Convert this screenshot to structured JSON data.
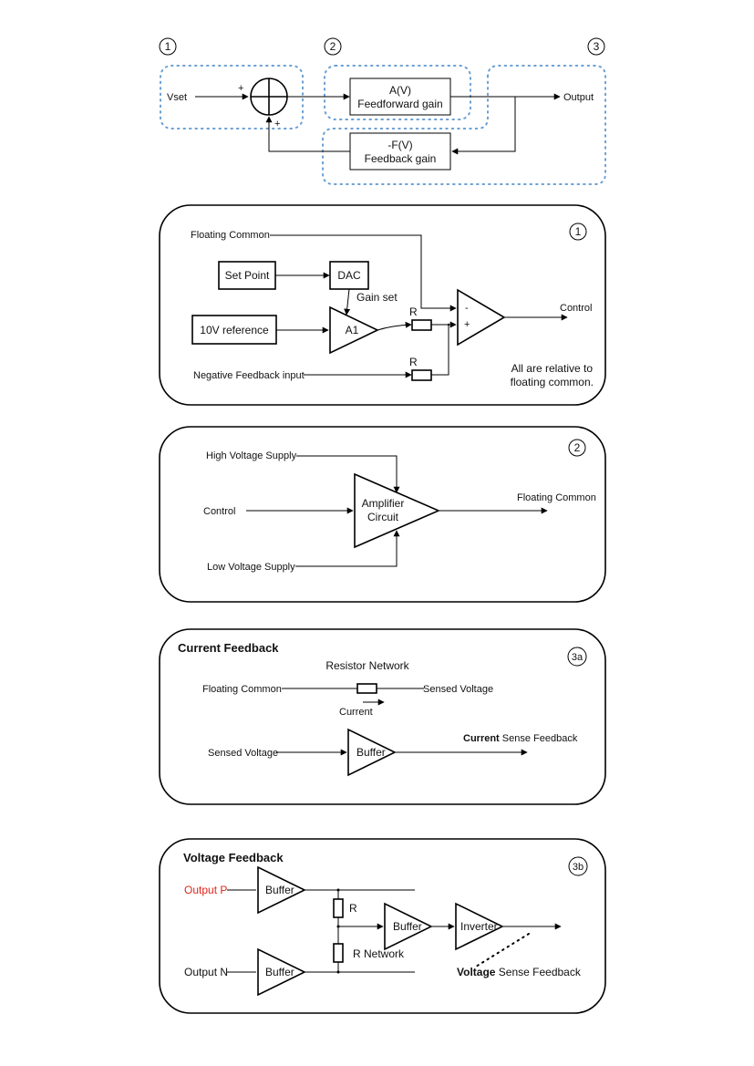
{
  "overview": {
    "markers": [
      "1",
      "2",
      "3"
    ],
    "vset": "Vset",
    "plus_top": "+",
    "plus_bottom": "+",
    "forward_gain_top": "A(V)",
    "forward_gain_bottom": "Feedforward gain",
    "feedback_gain_top": "-F(V)",
    "feedback_gain_bottom": "Feedback gain",
    "output": "Output"
  },
  "panel1": {
    "marker": "1",
    "floating_common": "Floating Common",
    "set_point": "Set Point",
    "dac": "DAC",
    "gain_set": "Gain set",
    "ref": "10V reference",
    "a1": "A1",
    "r_top": "R",
    "r_bottom": "R",
    "minus": "-",
    "plus": "+",
    "control": "Control",
    "neg_feedback": "Negative Feedback input",
    "note_line1": "All are relative to",
    "note_line2": "floating common."
  },
  "panel2": {
    "marker": "2",
    "hv_supply": "High Voltage Supply",
    "control": "Control",
    "lv_supply": "Low Voltage Supply",
    "amp_line1": "Amplifier",
    "amp_line2": "Circuit",
    "floating_common": "Floating Common"
  },
  "panel3a": {
    "title": "Current Feedback",
    "marker": "3a",
    "resistor_network": "Resistor Network",
    "floating_common": "Floating Common",
    "sensed_voltage_out": "Sensed Voltage",
    "current": "Current",
    "sensed_voltage_in": "Sensed Voltage",
    "buffer": "Buffer",
    "output_bold": "Current",
    "output_rest": " Sense Feedback"
  },
  "panel3b": {
    "title": "Voltage Feedback",
    "marker": "3b",
    "output_p": "Output P",
    "output_n": "Output N",
    "buffer_top": "Buffer",
    "buffer_mid": "Buffer",
    "buffer_bottom": "Buffer",
    "inverter": "Inverter",
    "r": "R",
    "r_network": "R Network",
    "output_bold": "Voltage",
    "output_rest": " Sense Feedback"
  },
  "colors": {
    "dotted_outline": "#6b9fd3",
    "highlight_text": "#e0251a"
  }
}
